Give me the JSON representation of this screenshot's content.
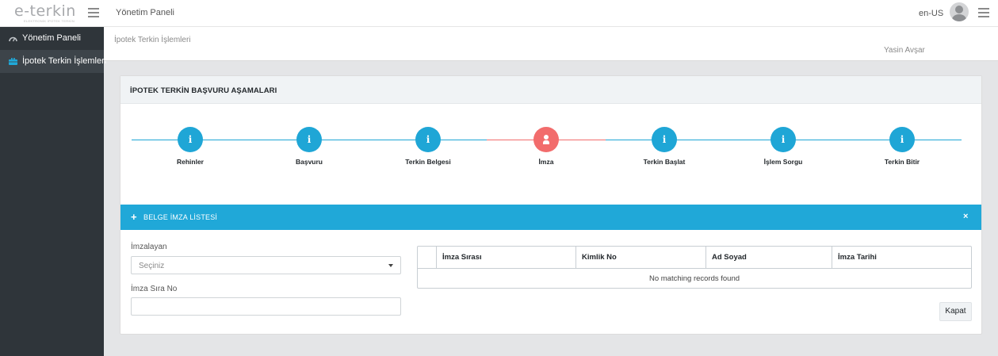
{
  "topbar": {
    "logo_text": "e-terkin",
    "logo_subtitle": "ELEKTRONİK İPOTEK TERKİN",
    "page_title": "Yönetim Paneli",
    "language": "en-US"
  },
  "sidebar": {
    "items": [
      {
        "label": "Yönetim Paneli",
        "icon": "dashboard-icon"
      },
      {
        "label": "İpotek Terkin İşlemleri",
        "icon": "briefcase-icon",
        "active": true
      }
    ]
  },
  "content_header": {
    "breadcrumb": "İpotek Terkin İşlemleri",
    "user_name": "Yasin Avşar"
  },
  "card": {
    "title": "İPOTEK TERKİN BAŞVURU AŞAMALARI",
    "steps": [
      {
        "label": "Rehinler",
        "icon": "info-icon",
        "glyph": "i",
        "state": "default"
      },
      {
        "label": "Başvuru",
        "icon": "info-icon",
        "glyph": "i",
        "state": "default"
      },
      {
        "label": "Terkin Belgesi",
        "icon": "info-icon",
        "glyph": "i",
        "state": "default"
      },
      {
        "label": "İmza",
        "icon": "user-icon",
        "glyph": "",
        "state": "active"
      },
      {
        "label": "Terkin Başlat",
        "icon": "info-icon",
        "glyph": "i",
        "state": "default"
      },
      {
        "label": "İşlem Sorgu",
        "icon": "info-icon",
        "glyph": "i",
        "state": "default"
      },
      {
        "label": "Terkin Bitir",
        "icon": "info-icon",
        "glyph": "i",
        "state": "default"
      }
    ]
  },
  "panel": {
    "expand_icon": "+",
    "title": "BELGE İMZA LİSTESİ",
    "close_icon": "×"
  },
  "form": {
    "signer_label": "İmzalayan",
    "signer_placeholder": "Seçiniz",
    "order_label": "İmza Sıra No",
    "order_value": ""
  },
  "table": {
    "columns": [
      "",
      "İmza Sırası",
      "Kimlik No",
      "Ad Soyad",
      "İmza Tarihi"
    ],
    "empty_message": "No matching records found"
  },
  "buttons": {
    "close_label": "Kapat"
  },
  "colors": {
    "accent": "#20a8d8",
    "active_step": "#f26c6c",
    "sidebar_bg": "#2f353a"
  }
}
